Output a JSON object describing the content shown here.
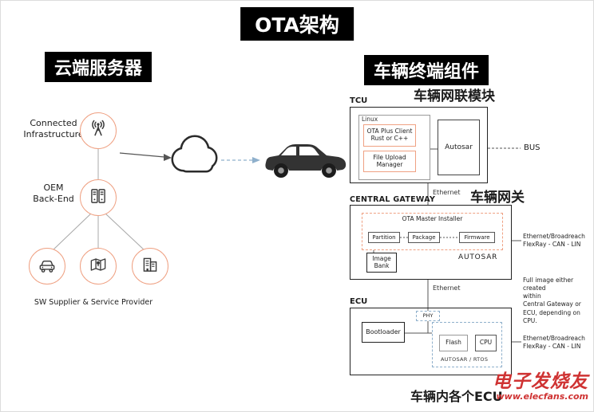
{
  "title": "OTA架构",
  "colors": {
    "accent_orange": "#efa183",
    "watermark_red": "#cf3333",
    "banner_black": "#000000"
  },
  "cloud": {
    "header": "云端服务器",
    "infrastructure_label": "Connected\nInfrastructure",
    "oem_label": "OEM\nBack-End",
    "supplier_label": "SW Supplier & Service Provider"
  },
  "vehicle": {
    "header": "车辆终端组件",
    "module_title": "车辆网联模块",
    "gateway_title": "车辆网关",
    "footer_title": "车辆内各个ECU",
    "ethernet": "Ethernet",
    "bus_note": "Ethernet/Broadreach\nFlexRay - CAN - LIN",
    "full_image_note": "Full image either created\nwithin\nCentral Gateway or\nECU, depending on CPU.",
    "tcu": {
      "label": "TCU",
      "os": "Linux",
      "client": "OTA Plus Client\nRust or C++",
      "uploader": "File Upload\nManager",
      "autosar": "Autosar",
      "bus": "BUS"
    },
    "gateway": {
      "label": "CENTRAL GATEWAY",
      "installer": "OTA Master Installer",
      "partition": "Partition",
      "package": "Package",
      "firmware": "Firmware",
      "image_bank": "Image\nBank",
      "autosar": "AUTOSAR"
    },
    "ecu": {
      "label": "ECU",
      "bootloader": "Bootloader",
      "phy": "PHY",
      "flash": "Flash",
      "cpu": "CPU",
      "rtos": "AUTOSAR / RTOS"
    }
  },
  "watermark": {
    "brand": "电子发烧友",
    "url": "www.elecfans.com"
  }
}
